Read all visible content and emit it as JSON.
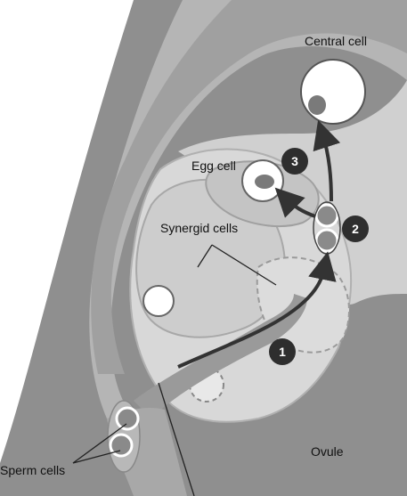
{
  "labels": {
    "central_cell": "Central cell",
    "egg_cell": "Egg cell",
    "synergid_cells": "Synergid cells",
    "sperm_cells": "Sperm cells",
    "ovule": "Ovule"
  },
  "steps": [
    "1",
    "2",
    "3"
  ],
  "colors": {
    "background": "#ffffff",
    "ovule_outer": "#8f8f8f",
    "integument": "#b5b5b5",
    "embryo_sac": "#d8d8d8",
    "synergid": "#cfcfcf",
    "pollen_tube": "#9a9a9a",
    "nucleus": "#7a7a7a",
    "arrow": "#333333",
    "badge": "#2e2e2e"
  }
}
